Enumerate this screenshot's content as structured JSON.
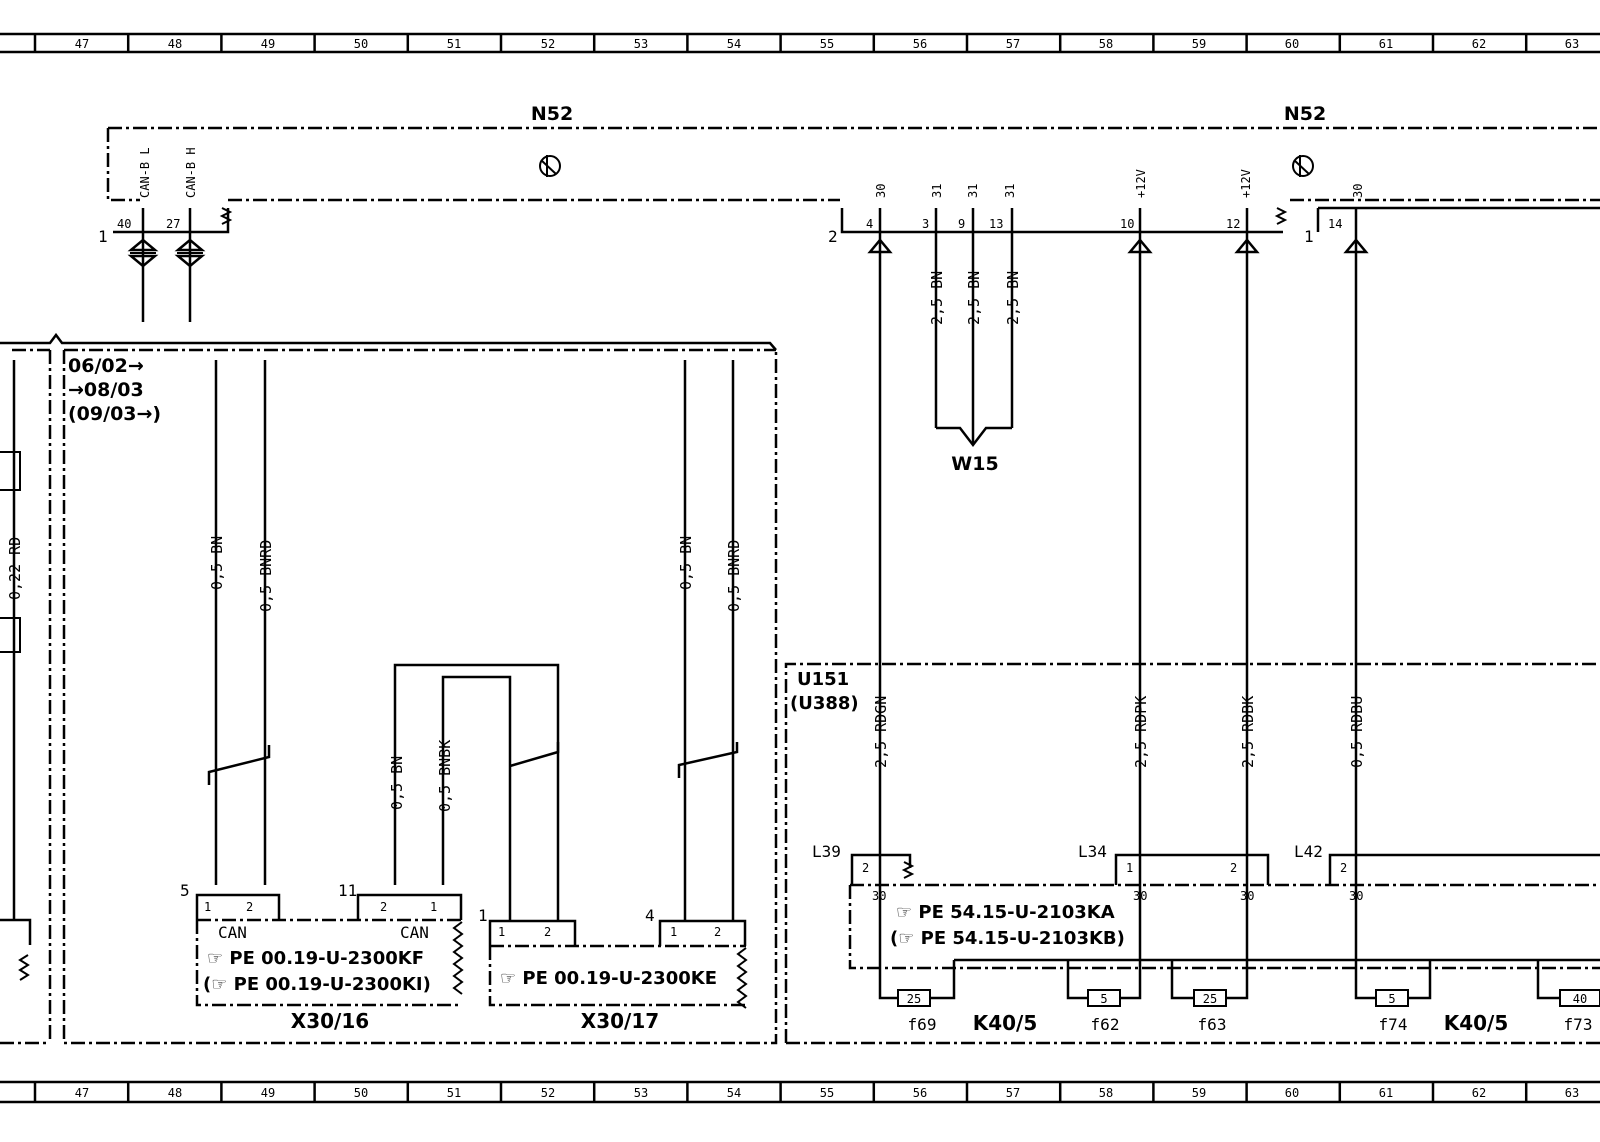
{
  "ruler": {
    "numbers": [
      "47",
      "48",
      "49",
      "50",
      "51",
      "52",
      "53",
      "54",
      "55",
      "56",
      "57",
      "58",
      "59",
      "60",
      "61",
      "62",
      "63"
    ]
  },
  "components": {
    "n52_left": "N52",
    "n52_right": "N52",
    "w15": "W15",
    "u151": "U151",
    "u388": "(U388)",
    "x30_16": "X30/16",
    "x30_17": "X30/17",
    "k40_5_a": "K40/5",
    "k40_5_b": "K40/5"
  },
  "date_note": {
    "line1": "06/02→",
    "line2": "→08/03",
    "line3": "(09/03→)"
  },
  "n52_pins": [
    {
      "pin": "40",
      "signal": "CAN-B L"
    },
    {
      "pin": "27",
      "signal": "CAN-B H"
    },
    {
      "pin": "4",
      "signal": "30"
    },
    {
      "pin": "3",
      "signal": "31"
    },
    {
      "pin": "9",
      "signal": "31"
    },
    {
      "pin": "13",
      "signal": "31"
    },
    {
      "pin": "10",
      "signal": "+12V"
    },
    {
      "pin": "12",
      "signal": "+12V"
    },
    {
      "pin": "14",
      "signal": "30"
    }
  ],
  "connector_numbers": {
    "n52_left": "1",
    "n52_mid": "2",
    "n52_right": "1",
    "x30_16_a": "5",
    "x30_16_b": "11",
    "x30_17_a": "1",
    "x30_17_b": "4"
  },
  "wires": {
    "left_rd": "0,22 RD",
    "w15_1": "2,5 BN",
    "w15_2": "2,5 BN",
    "w15_3": "2,5 BN",
    "x30_16_bn": "0,5 BN",
    "x30_16_bnrd": "0,5 BNRD",
    "mid_bn": "0,5 BN",
    "mid_bnbk": "0,5 BNBK",
    "x30_17_bn": "0,5 BN",
    "x30_17_bnrd": "0,5 BNRD",
    "rdgn": "2,5  RDGN",
    "rdpk": "2,5  RDPK",
    "rdbk": "2,5  RDBK",
    "rdbu": "0,5  RDBU"
  },
  "connector_labels": {
    "l39": "L39",
    "l34": "L34",
    "l42": "L42"
  },
  "pin_labels": {
    "p1": "1",
    "p2": "2",
    "t30": "30"
  },
  "can_label": "CAN",
  "references": {
    "x30_16_a": "☞ PE  00.19-U-2300KF",
    "x30_16_b": "(☞ PE  00.19-U-2300KI)",
    "x30_17": "☞ PE  00.19-U-2300KE",
    "k40_a": "☞ PE  54.15-U-2103KA",
    "k40_b": "(☞ PE  54.15-U-2103KB)"
  },
  "fuses": [
    {
      "name": "f69",
      "rating": "25"
    },
    {
      "name": "f62",
      "rating": "5"
    },
    {
      "name": "f63",
      "rating": "25"
    },
    {
      "name": "f74",
      "rating": "5"
    },
    {
      "name": "f73",
      "rating": "40"
    }
  ]
}
